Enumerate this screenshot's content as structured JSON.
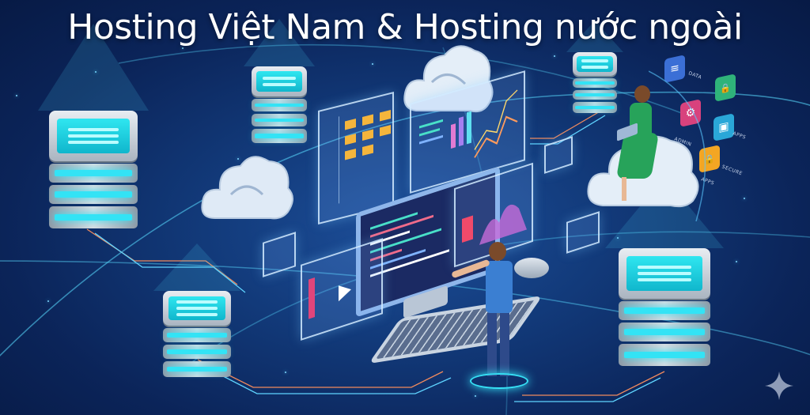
{
  "title": "Hosting Việt Nam & Hosting nước ngoài",
  "illustration": {
    "subject": "isometric network of servers, clouds and floating screens",
    "elements": [
      "server-stack",
      "cloud",
      "floating-panel",
      "monitor",
      "keyboard",
      "mouse",
      "developer-man",
      "woman-with-laptop-on-cloud",
      "app-icon-tiles"
    ],
    "colors": {
      "background": "#0b2459",
      "accent_cyan": "#33e3f5",
      "panel_border": "#d2ebff",
      "title_text": "#ffffff"
    }
  },
  "icon_tiles": [
    {
      "name": "database-icon",
      "label": "DATA",
      "color": "#3b6fd6",
      "glyph": "≡"
    },
    {
      "name": "lock-icon",
      "label": "",
      "color": "#2fb37a",
      "glyph": "🔒"
    },
    {
      "name": "gears-icon",
      "label": "ADMIN",
      "color": "#d8427d",
      "glyph": "⚙"
    },
    {
      "name": "apps-icon",
      "label": "APPS",
      "color": "#2aa7d8",
      "glyph": "▣"
    },
    {
      "name": "secure-lock-icon",
      "label": "SECURE",
      "color": "#f3a623",
      "glyph": "🔒"
    },
    {
      "name": "apps-label",
      "label": "APPS",
      "color": "",
      "glyph": ""
    }
  ],
  "watermark": {
    "name": "sparkle-icon",
    "glyph": "✦"
  }
}
